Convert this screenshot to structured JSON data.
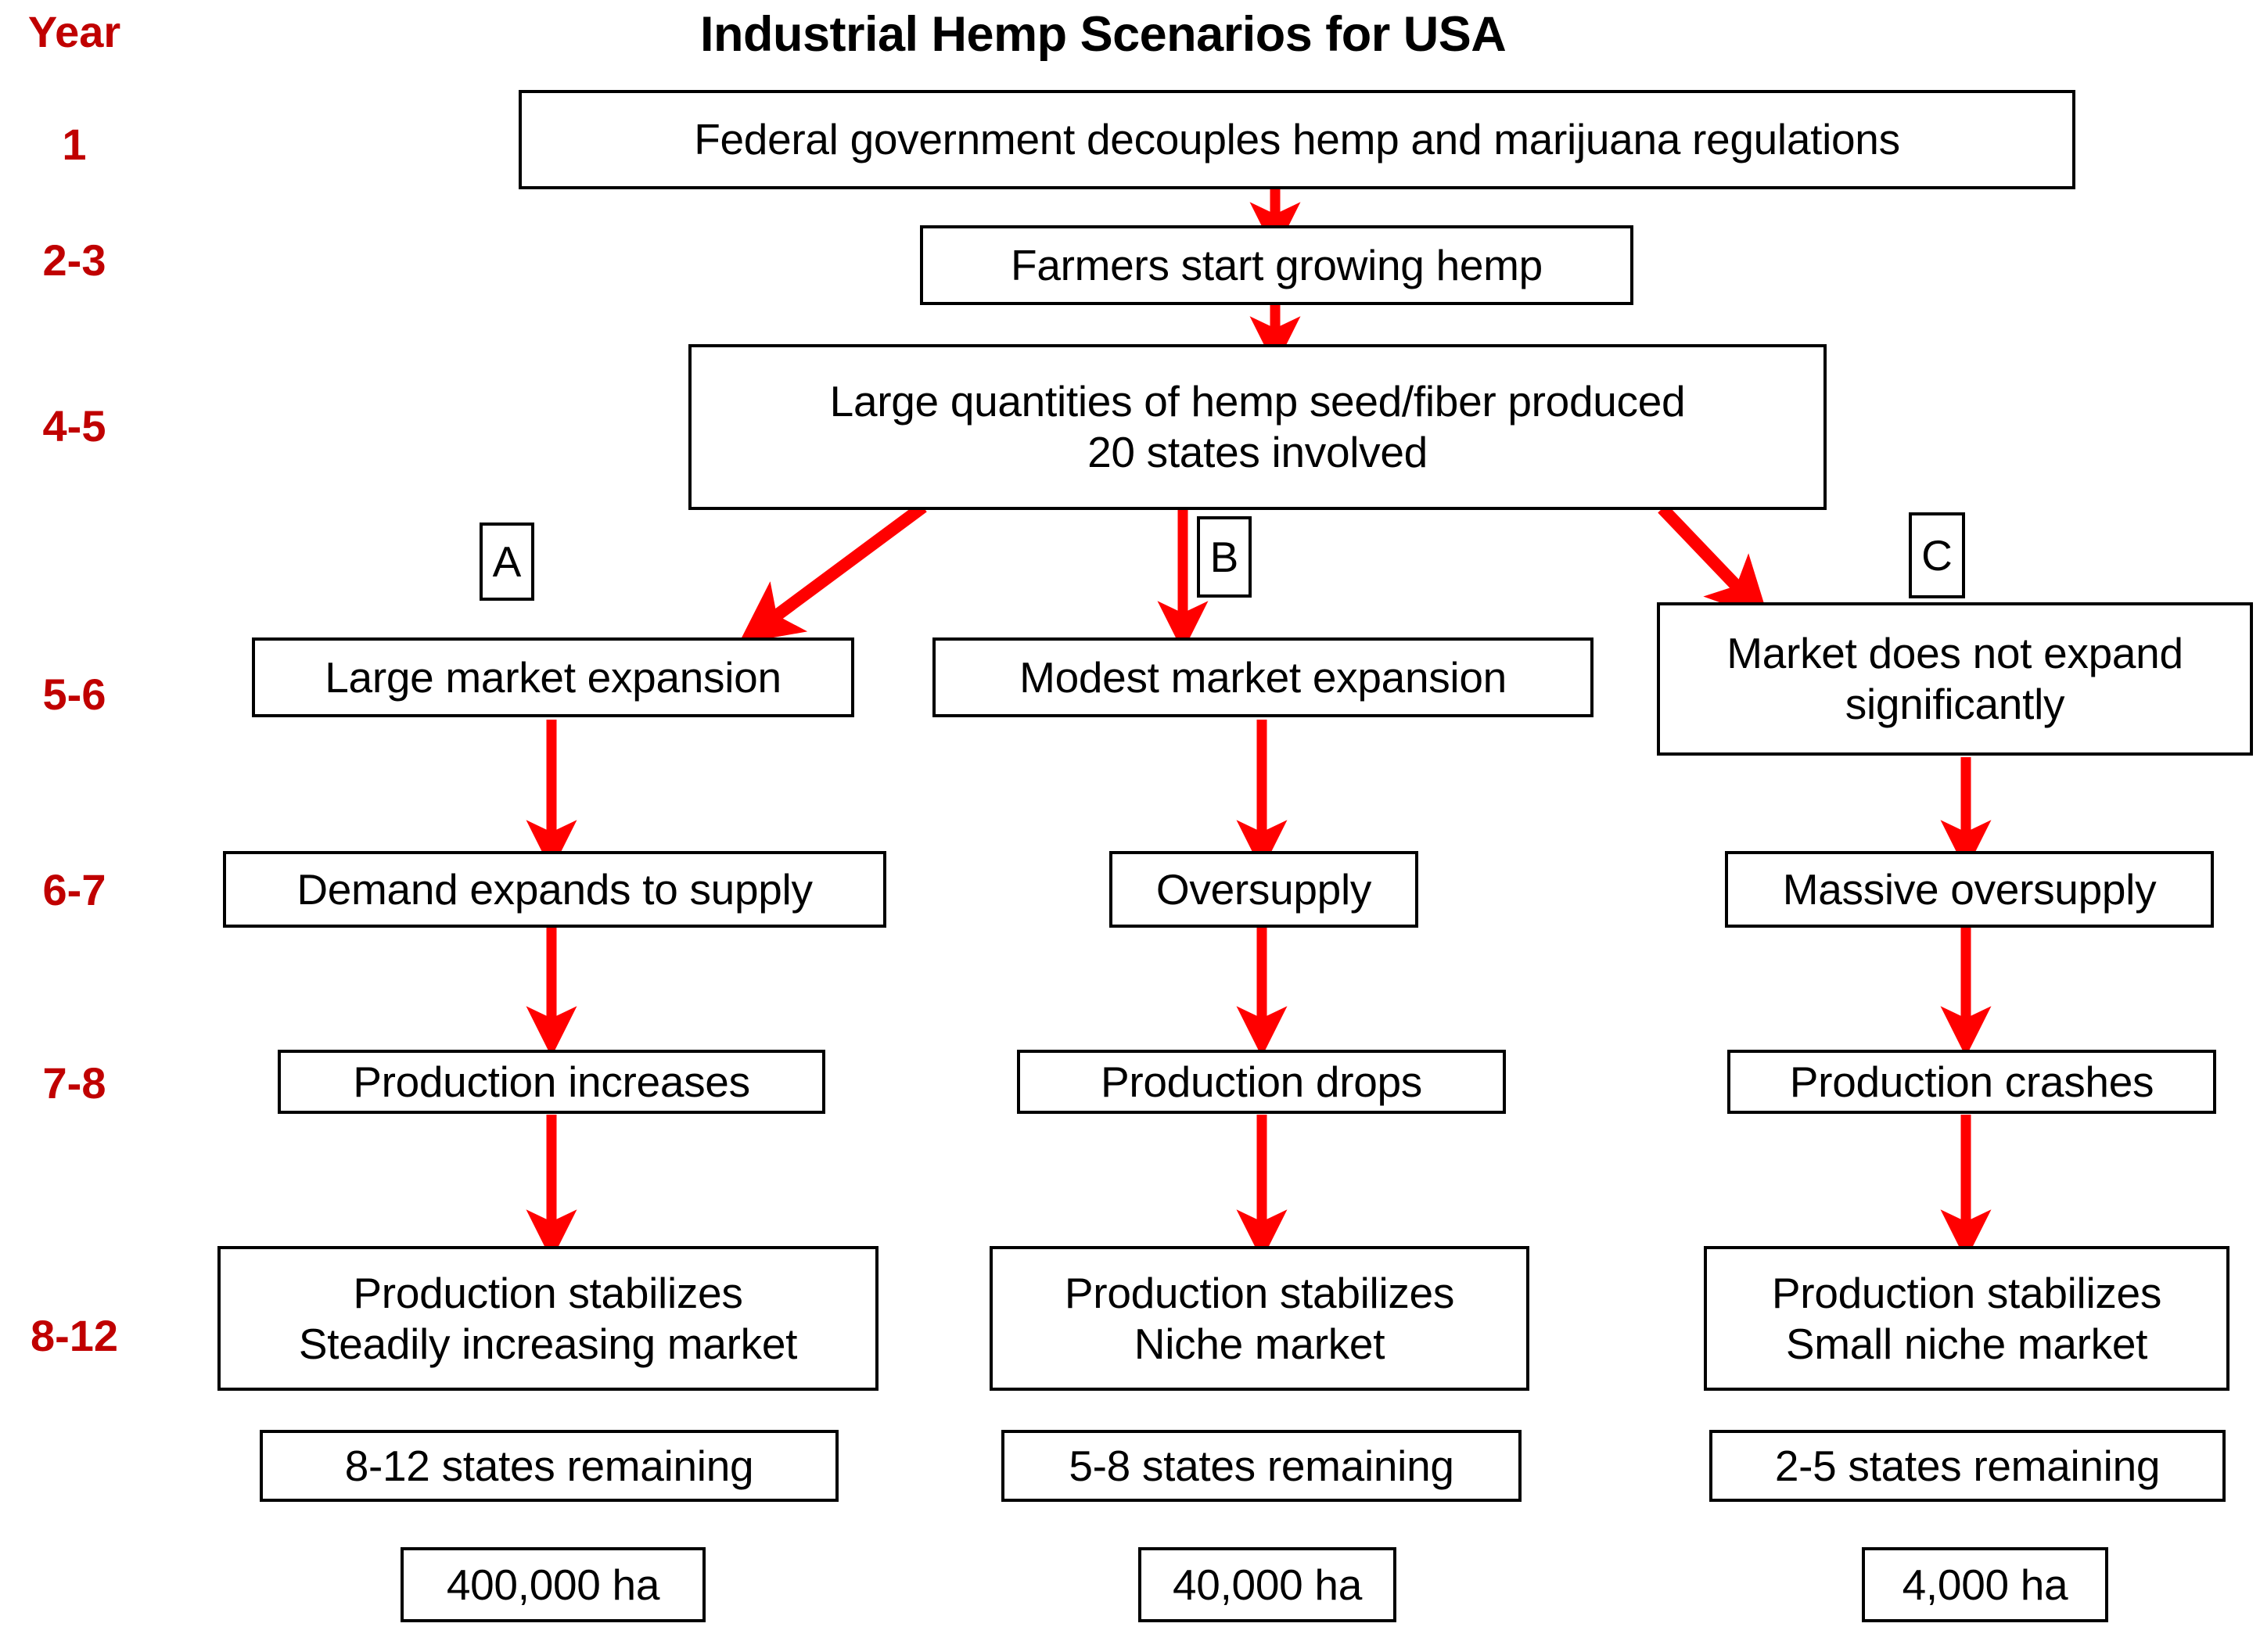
{
  "title": "Industrial Hemp Scenarios for USA",
  "year_column_header": "Year",
  "colors": {
    "year_label": "#C00000",
    "arrow": "#FF0000",
    "box_border": "#000000",
    "text": "#000000",
    "background": "#FFFFFF"
  },
  "years": [
    {
      "label": "1"
    },
    {
      "label": "2-3"
    },
    {
      "label": "4-5"
    },
    {
      "label": "5-6"
    },
    {
      "label": "6-7"
    },
    {
      "label": "7-8"
    },
    {
      "label": "8-12"
    }
  ],
  "trunk": {
    "node1_line1": "Federal government decouples hemp and marijuana regulations",
    "node2_line1": "Farmers start growing hemp",
    "node3_line1": "Large quantities of hemp seed/fiber produced",
    "node3_line2": "20 states involved"
  },
  "branch_tags": {
    "a": "A",
    "b": "B",
    "c": "C"
  },
  "scenario_a": {
    "market": "Large market expansion",
    "supply": "Demand expands to supply",
    "production": "Production increases",
    "stabilize_line1": "Production stabilizes",
    "stabilize_line2": "Steadily increasing market",
    "states": "8-12 states remaining",
    "area": "400,000 ha"
  },
  "scenario_b": {
    "market": "Modest market expansion",
    "supply": "Oversupply",
    "production": "Production drops",
    "stabilize_line1": "Production stabilizes",
    "stabilize_line2": "Niche market",
    "states": "5-8 states remaining",
    "area": "40,000 ha"
  },
  "scenario_c": {
    "market_line1": "Market does not expand",
    "market_line2": "significantly",
    "supply": "Massive oversupply",
    "production": "Production crashes",
    "stabilize_line1": "Production stabilizes",
    "stabilize_line2": "Small niche market",
    "states": "2-5 states remaining",
    "area": "4,000 ha"
  }
}
